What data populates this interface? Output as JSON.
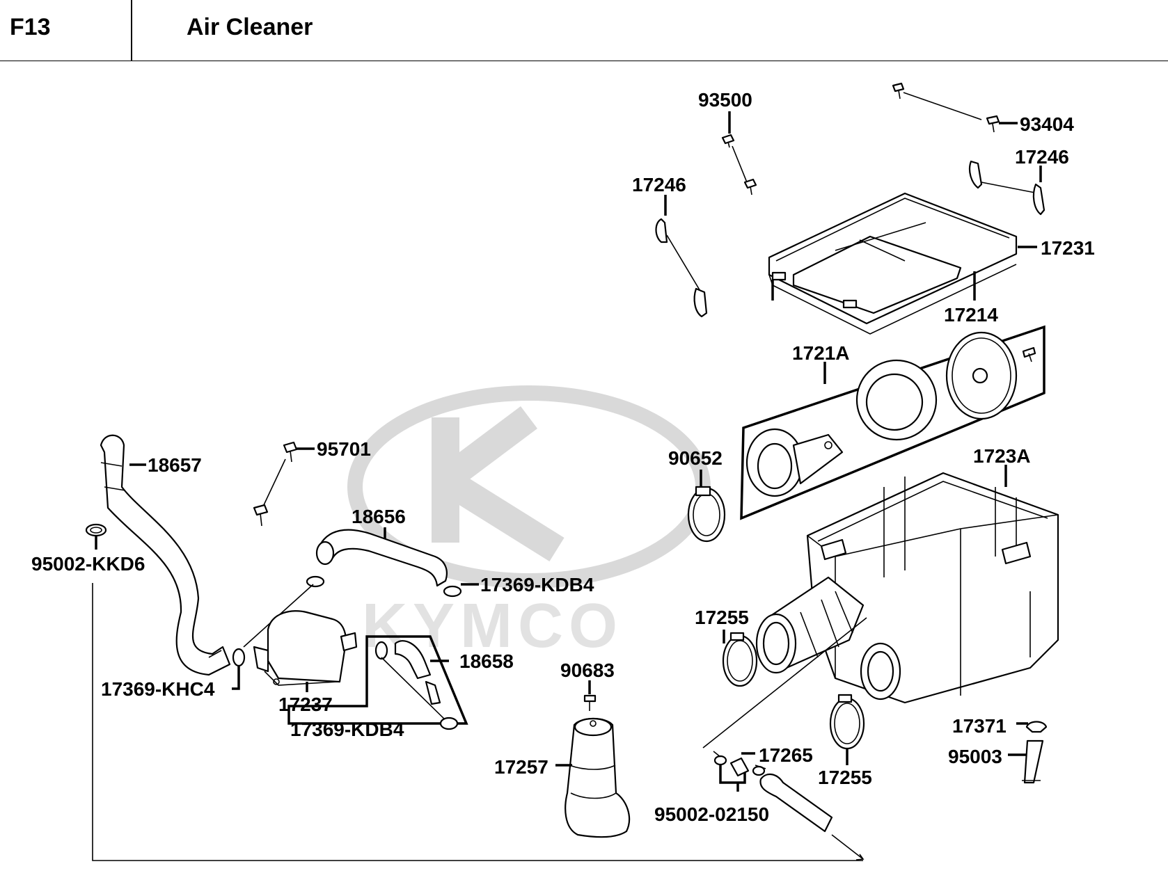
{
  "header": {
    "section_code": "F13",
    "title": "Air Cleaner"
  },
  "watermark": {
    "text": "KYMCO"
  },
  "callouts": {
    "c93500": "93500",
    "c93404": "93404",
    "c17246_right": "17246",
    "c17246_left": "17246",
    "c17231": "17231",
    "c17214": "17214",
    "c1721A": "1721A",
    "c90652": "90652",
    "c1723A": "1723A",
    "c18657": "18657",
    "c95701": "95701",
    "c18656": "18656",
    "c95002_KKD6": "95002-KKD6",
    "c17369_KDB4_top": "17369-KDB4",
    "c17255_upper": "17255",
    "c18658": "18658",
    "c17369_KHC4": "17369-KHC4",
    "c17237": "17237",
    "c90683": "90683",
    "c17369_KDB4_boxed": "17369-KDB4",
    "c17371": "17371",
    "c95003": "95003",
    "c17265": "17265",
    "c17257": "17257",
    "c17255_lower": "17255",
    "c95002_02150": "95002-02150"
  }
}
